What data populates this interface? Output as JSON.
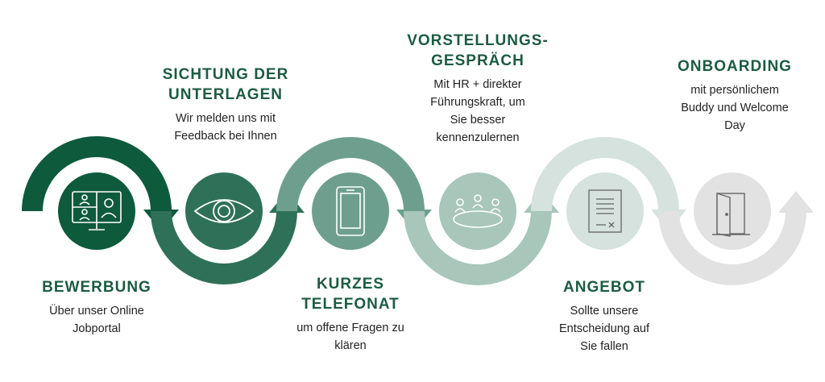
{
  "steps": [
    {
      "title": "BEWERBUNG",
      "desc_lines": [
        "Über unser Online",
        "Jobportal"
      ],
      "icon": "video-call-monitor-icon",
      "color": "#0e5a3d"
    },
    {
      "title_lines": [
        "SICHTUNG DER",
        "UNTERLAGEN"
      ],
      "desc_lines": [
        "Wir melden uns mit",
        "Feedback bei Ihnen"
      ],
      "icon": "eye-icon",
      "color": "#2f7158"
    },
    {
      "title_lines": [
        "KURZES",
        "TELEFONAT"
      ],
      "desc_lines": [
        "um offene Fragen zu",
        "klären"
      ],
      "icon": "smartphone-icon",
      "color": "#6e9f8e"
    },
    {
      "title_lines": [
        "VORSTELLUNGS-",
        "GESPRÄCH"
      ],
      "desc_lines": [
        "Mit HR + direkter",
        "Führungskraft, um",
        "Sie besser",
        "kennenzulernen"
      ],
      "icon": "meeting-table-icon",
      "color": "#a8c6ba"
    },
    {
      "title": "ANGEBOT",
      "desc_lines": [
        "Sollte unsere",
        "Entscheidung auf",
        "Sie fallen"
      ],
      "icon": "contract-document-icon",
      "color": "#d5e2dd"
    },
    {
      "title": "ONBOARDING",
      "desc_lines": [
        "mit persönlichem",
        "Buddy und Welcome",
        "Day"
      ],
      "icon": "open-door-icon",
      "color": "#e2e2e2"
    }
  ],
  "colors": {
    "title_text": "#1c5b43",
    "body_text": "#222222",
    "icon_light": "#ffffff",
    "icon_dark": "#666666"
  }
}
